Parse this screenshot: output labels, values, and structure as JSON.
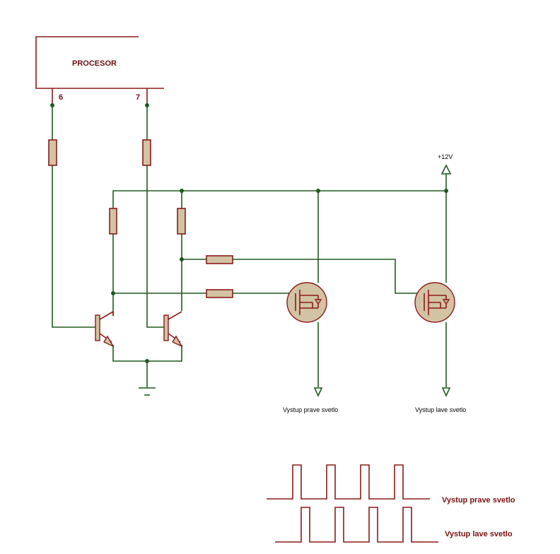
{
  "processor": {
    "label": "PROCESOR",
    "pin_left": "6",
    "pin_right": "7"
  },
  "supply": {
    "label": "+12V"
  },
  "outputs": {
    "right_light": "Vystup prave svetlo",
    "left_light": "Vystup lave svetlo"
  },
  "timing": {
    "right_label": "Vystup prave svetlo",
    "left_label": "Vystup lave svetlo",
    "pulse_count": 4
  },
  "colors": {
    "wire": "#1f5a1f",
    "component": "#8b1a1a",
    "component_fill": "#d2c3a3"
  }
}
